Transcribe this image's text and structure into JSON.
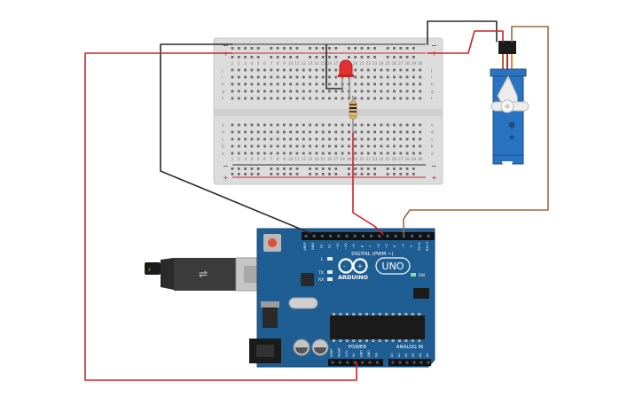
{
  "breadboard": {
    "row_letters_top": [
      "j",
      "i",
      "h",
      "g",
      "f"
    ],
    "row_letters_bottom": [
      "e",
      "d",
      "c",
      "b",
      "a"
    ],
    "column_numbers": [
      "1",
      "2",
      "3",
      "4",
      "5",
      "6",
      "7",
      "8",
      "9",
      "10",
      "11",
      "12",
      "13",
      "14",
      "15",
      "16",
      "17",
      "18",
      "19",
      "20",
      "21",
      "22",
      "23",
      "24",
      "25",
      "26",
      "27",
      "28",
      "29",
      "30"
    ],
    "rail_minus": "−",
    "rail_plus": "+"
  },
  "arduino": {
    "logo_text": "ARDUINO",
    "model_badge": "UNO",
    "digital_label": "DIGITAL (PWM ~)",
    "power_label": "POWER",
    "analog_label": "ANALOG IN",
    "on_label": "ON",
    "led_labels": [
      "L",
      "TX",
      "RX"
    ],
    "digital_pins": [
      "AREF",
      "GND",
      "13",
      "12",
      "~11",
      "~10",
      "~9",
      "8",
      "7",
      "~6",
      "~5",
      "4",
      "~3",
      "2",
      "TX→1",
      "RX←0"
    ],
    "power_pins": [
      "IOREF",
      "RESET",
      "3.3V",
      "5V",
      "GND",
      "GND",
      "Vin"
    ],
    "analog_pins": [
      "A0",
      "A1",
      "A2",
      "A3",
      "A4",
      "A5"
    ]
  },
  "colors": {
    "wire_red": "#d0202a",
    "wire_black": "#2b2b2b",
    "wire_brown": "#9b6a3a",
    "wire_orange": "#e8882a",
    "board_blue": "#1f5e93",
    "servo_blue": "#2a73c0",
    "led_red": "#e23030"
  }
}
